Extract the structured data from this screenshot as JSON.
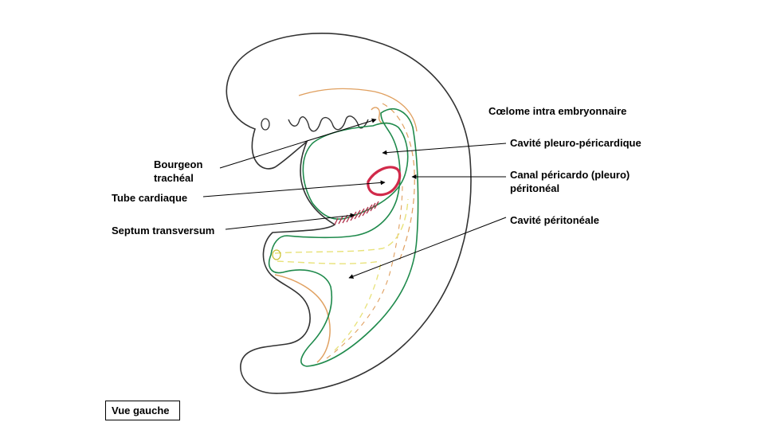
{
  "labels": {
    "coelome": "Cœlome intra embryonnaire",
    "pleuro_pericardique": "Cavité pleuro-péricardique",
    "canal_line1": "Canal péricardo (pleuro)",
    "canal_line2": "péritonéal",
    "peritoneale": "Cavité péritonéale",
    "bourgeon_line1": "Bourgeon",
    "bourgeon_line2": "trachéal",
    "tube_cardiaque": "Tube cardiaque",
    "septum": "Septum transversum"
  },
  "view_label": "Vue gauche",
  "colors": {
    "embryo_outline": "#333333",
    "coelom_wall": "#1f8a4c",
    "endoderm": "#e0a060",
    "yolk_dashed": "#e8e27a",
    "heart": "#d12a4a"
  }
}
